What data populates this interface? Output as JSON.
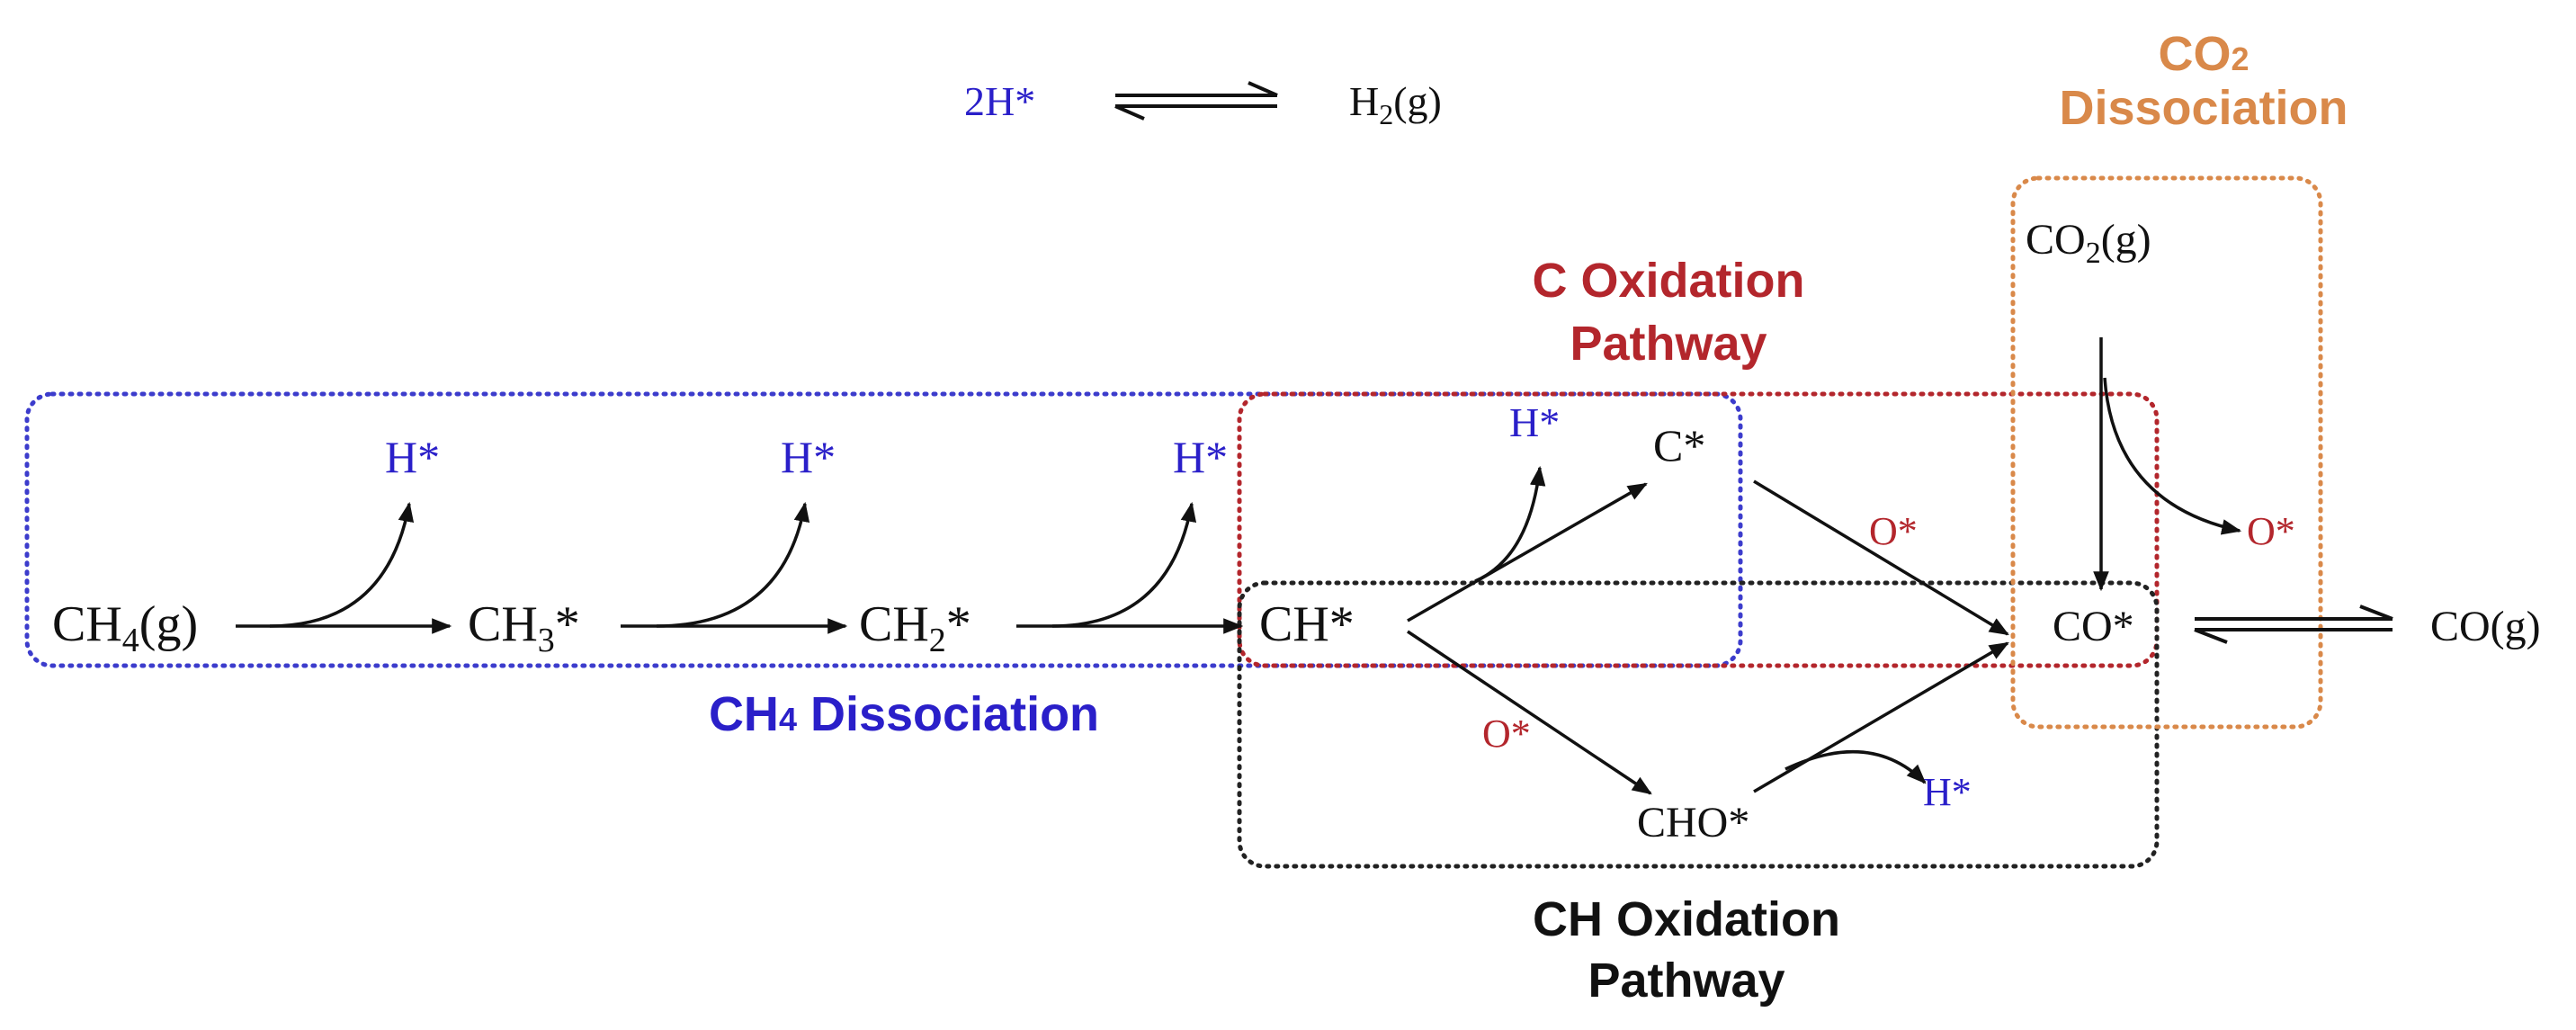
{
  "colors": {
    "black": "#111111",
    "blue": "#2a1fc9",
    "red": "#b3262c",
    "orange": "#d9894a",
    "box_blue": "#3c3ccc",
    "box_red": "#b3262c",
    "box_black": "#222222",
    "box_orange": "#d9894a"
  },
  "equilibrium": {
    "left": "2H*",
    "right_main": "H",
    "right_sub": "2",
    "right_tail": "(g)"
  },
  "species": {
    "ch4_main": "CH",
    "ch4_sub": "4",
    "ch4_tail": "(g)",
    "ch3_main": "CH",
    "ch3_sub": "3",
    "ch3_tail": "*",
    "ch2_main": "CH",
    "ch2_sub": "2",
    "ch2_tail": "*",
    "ch": "CH*",
    "c": "C*",
    "cho": "CHO*",
    "co": "CO*",
    "co_gas": "CO(g)",
    "co2_main": "CO",
    "co2_sub": "2",
    "co2_tail": "(g)"
  },
  "byproducts": {
    "h_1": "H*",
    "h_2": "H*",
    "h_3": "H*",
    "h_4": "H*",
    "h_5": "H*",
    "o_1": "O*",
    "o_2": "O*",
    "o_3": "O*"
  },
  "labels": {
    "co2_dissociation_line1_main": "CO",
    "co2_dissociation_line1_sub": "2",
    "co2_dissociation_line2": "Dissociation",
    "c_oxidation_line1": "C Oxidation",
    "c_oxidation_line2": "Pathway",
    "ch4_dissociation_main": "CH",
    "ch4_dissociation_sub": "4",
    "ch4_dissociation_tail": " Dissociation",
    "ch_oxidation_line1": "CH Oxidation",
    "ch_oxidation_line2": "Pathway"
  }
}
